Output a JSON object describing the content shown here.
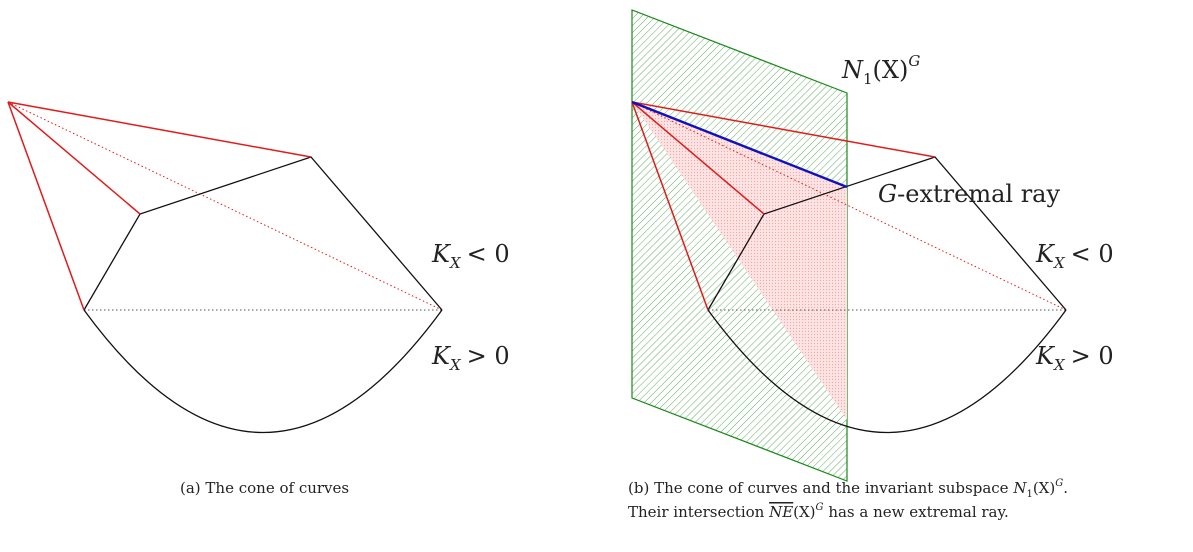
{
  "panel_a": {
    "label_neg": "K",
    "label_neg_sub": "X",
    "label_neg_rel": "< 0",
    "label_pos": "K",
    "label_pos_sub": "X",
    "label_pos_rel": "> 0",
    "caption": "(a)  The cone of curves"
  },
  "panel_b": {
    "subspace_label": "N",
    "subspace_sub": "1",
    "subspace_arg": "(X)",
    "subspace_sup": "G",
    "ray_label_var": "G",
    "ray_label_text": "-extremal ray",
    "label_neg": "K",
    "label_neg_sub": "X",
    "label_neg_rel": "< 0",
    "label_pos": "K",
    "label_pos_sub": "X",
    "label_pos_rel": "> 0",
    "caption_line1_prefix": "(b)  The cone of curves and the invariant subspace ",
    "caption_line1_sym": "N",
    "caption_line1_sub": "1",
    "caption_line1_arg": "(X)",
    "caption_line1_sup": "G",
    "caption_line1_end": ".",
    "caption_line2_prefix": "Their intersection ",
    "caption_line2_sym": "NE",
    "caption_line2_arg": "(X)",
    "caption_line2_sup": "G",
    "caption_line2_suffix": " has a new extremal ray."
  },
  "colors": {
    "red": "#e31a1a",
    "black": "#111111",
    "blue": "#1010c0",
    "green": "#1a8a1a",
    "pink": "#f7c6c6"
  }
}
